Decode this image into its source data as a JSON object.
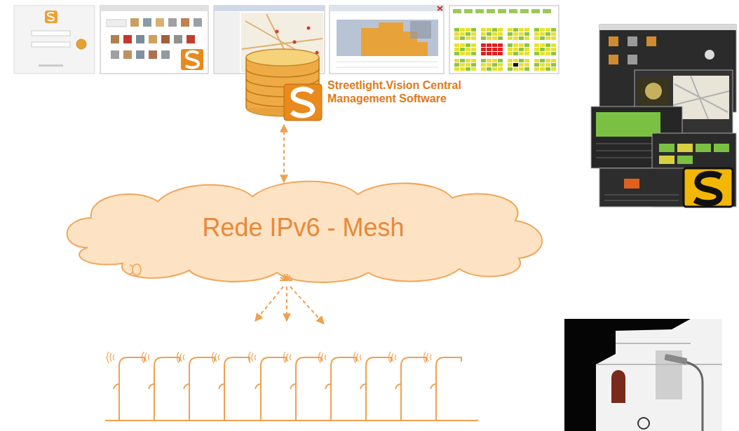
{
  "diagram": {
    "nodes": [
      {
        "text": [
          "Streetlight.Vision Central Management Software"
        ]
      },
      {
        "text": [
          "Rede IPv6 - Mesh"
        ]
      }
    ],
    "edges": [
      {
        "from": 0,
        "to": 1,
        "arrow": "both"
      }
    ]
  }
}
